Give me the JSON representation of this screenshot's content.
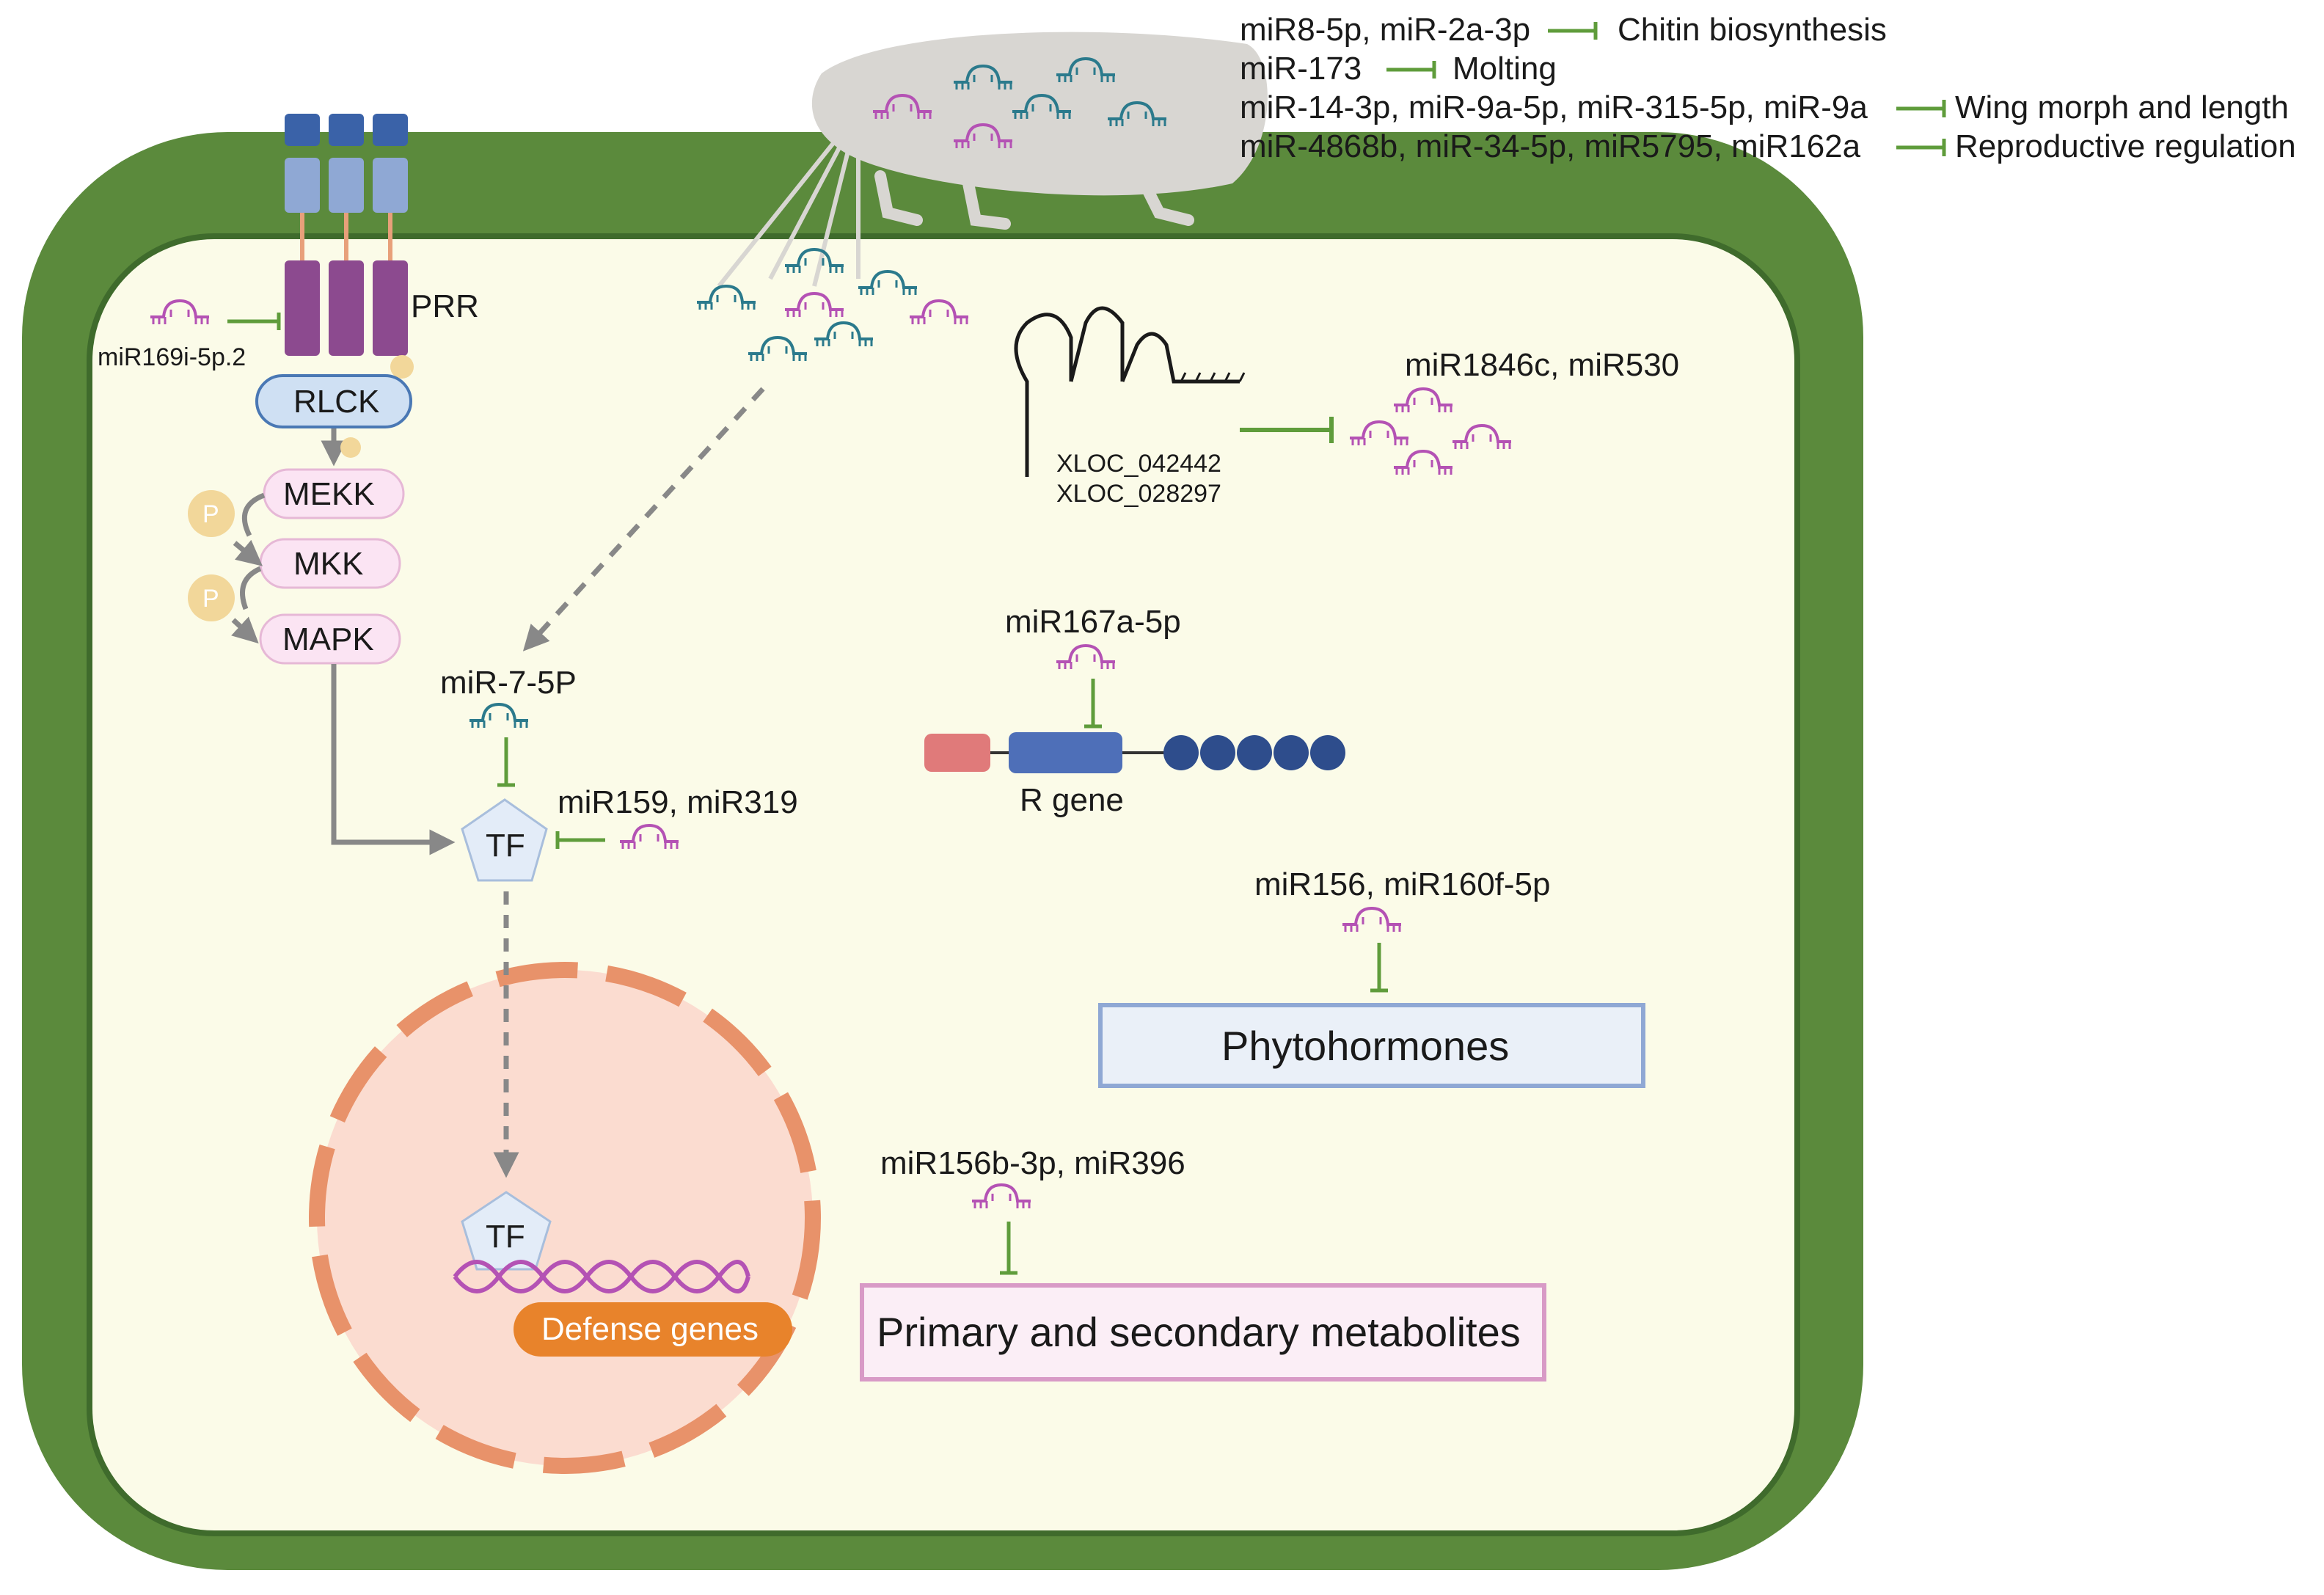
{
  "insect_regulation": [
    {
      "mirnas": "miR8-5p, miR-2a-3p",
      "target": "Chitin biosynthesis"
    },
    {
      "mirnas": "miR-173",
      "target": "Molting"
    },
    {
      "mirnas": "miR-14-3p, miR-9a-5p, miR-315-5p, miR-9a",
      "target": "Wing morph and length"
    },
    {
      "mirnas": "miR-4868b, miR-34-5p, miR5795, miR162a",
      "target": "Reproductive regulation"
    }
  ],
  "receptor": {
    "prr_label": "PRR",
    "inhibitor_mirna": "miR169i-5p.2",
    "rlck_label": "RLCK",
    "phospho_label": "P"
  },
  "mapk_cascade": {
    "mekk": "MEKK",
    "mkk": "MKK",
    "mapk": "MAPK"
  },
  "insect_mirna": "miR-7-5P",
  "tf_cytoplasm": "TF",
  "tf_mirnas": "miR159, miR319",
  "nucleus": {
    "tf_label": "TF",
    "defense_label": "Defense genes"
  },
  "lncrna": {
    "ids": [
      "XLOC_042442",
      "XLOC_028297"
    ],
    "target_mirnas": "miR1846c, miR530"
  },
  "r_gene": {
    "mirna": "miR167a-5p",
    "label": "R gene"
  },
  "phytohormones": {
    "mirnas": "miR156, miR160f-5p",
    "label": "Phytohormones"
  },
  "metabolites": {
    "mirnas": "miR156b-3p, miR396",
    "label": "Primary and secondary metabolites"
  },
  "colors": {
    "cell_wall": "#5b8a3c",
    "cytoplasm": "#fbfbe8",
    "receptor": "#8c4a8f",
    "receptor_top": "#3a62a8",
    "receptor_mid": "#8fa8d4",
    "insect_mirna": "#2b7a8c",
    "plant_mirna": "#b452b4",
    "inhibit_line": "#5f9c3b",
    "nucleus_fill": "#fbdcd0",
    "nucleus_border": "#e8926a",
    "defense": "#e8832b",
    "r_gene_domain": "#4e6fb8",
    "r_gene_beads": "#2e4d8c",
    "r_gene_head": "#e07a7a",
    "phyto_box": "#eaf0f8",
    "metab_box": "#fbeef6"
  }
}
